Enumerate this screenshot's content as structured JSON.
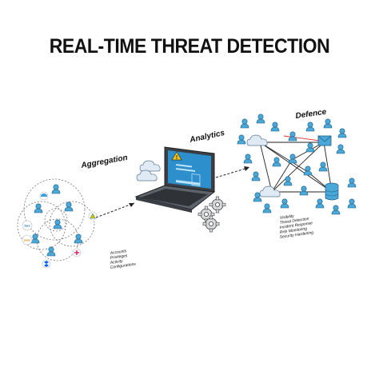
{
  "title": "REAL-TIME THREAT DETECTION",
  "stages": {
    "aggregation": "Aggregation",
    "analytics": "Analytics",
    "defence": "Defence"
  },
  "aggregation_items": [
    "Accounts",
    "Privileges",
    "Activity",
    "Configurations"
  ],
  "defence_items": [
    "Visibility",
    "Threat Detection",
    "Incident Response",
    "Risk Monitoring",
    "Security Hardening"
  ],
  "service_badges": [
    "box",
    "aws"
  ],
  "colors": {
    "person": "#4aa8d8",
    "cloud": "#c9dff0",
    "laptop": "#555b63",
    "screen": "#2d8fcc",
    "line": "#222222",
    "alert": "#f5c518"
  }
}
